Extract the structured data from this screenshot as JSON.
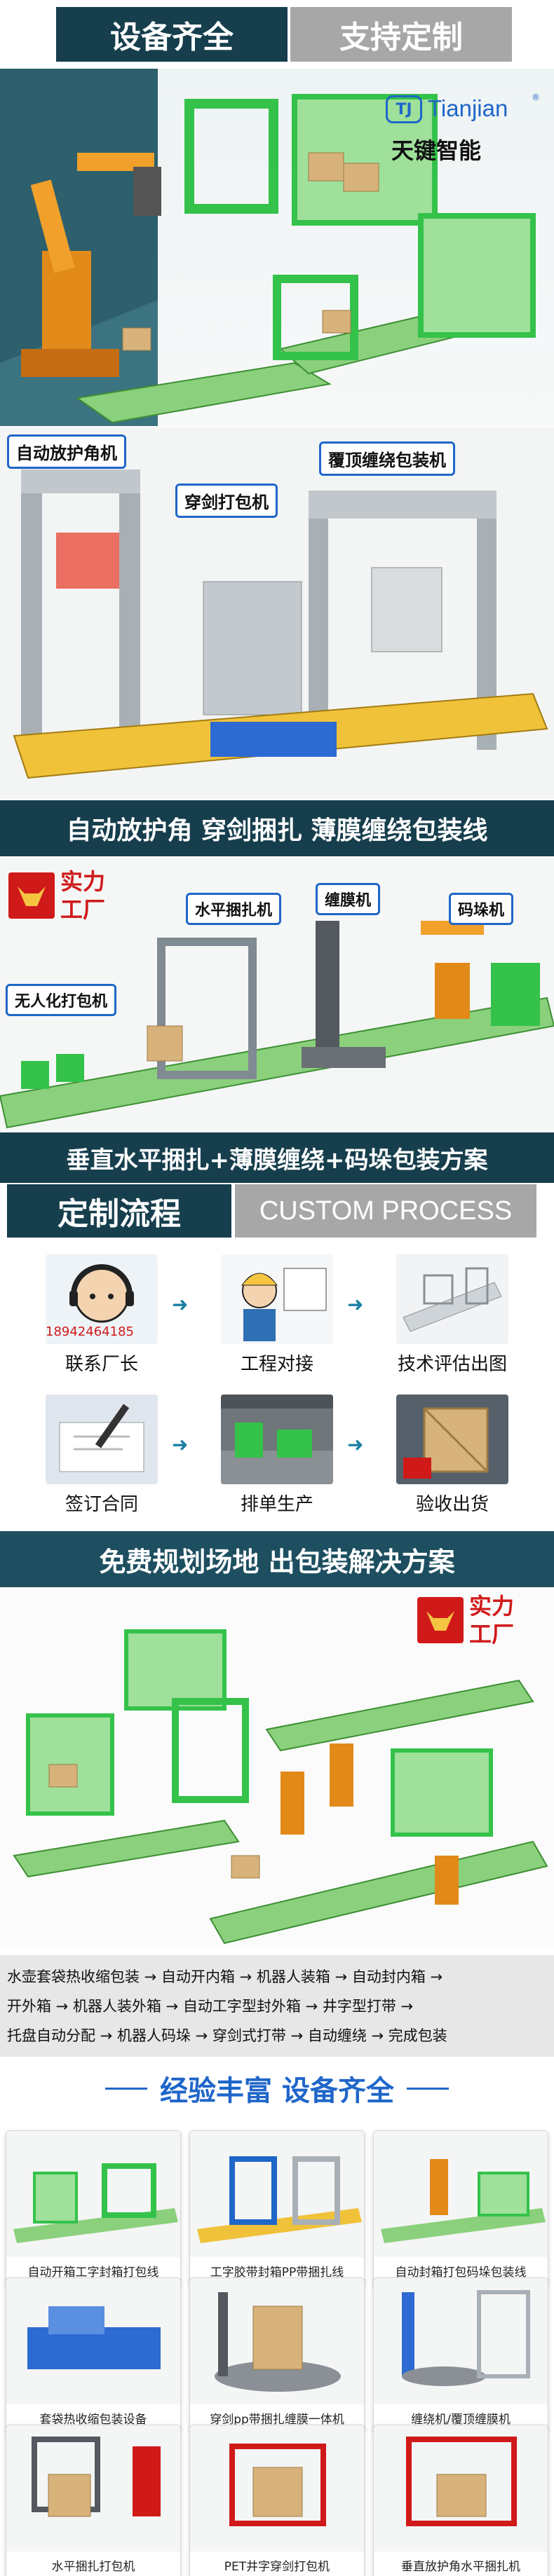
{
  "header": {
    "tab_left": "设备齐全",
    "tab_right": "支持定制",
    "brand_mark": "TJ",
    "brand_en": "Tianjian",
    "brand_reg": "®",
    "brand_cn": "天键智能"
  },
  "section2": {
    "labels": [
      "自动放护角机",
      "穿剑打包机",
      "覆顶缠绕包装机"
    ],
    "banner": "自动放护角 穿剑捆扎 薄膜缠绕包装线"
  },
  "section3": {
    "badge": [
      "实力",
      "工厂"
    ],
    "labels": [
      "水平捆扎机",
      "缠膜机",
      "码垛机",
      "无人化打包机"
    ],
    "banner": "垂直水平捆扎+薄膜缠绕+码垛包装方案"
  },
  "process": {
    "title_cn": "定制流程",
    "title_en": "CUSTOM PROCESS",
    "phone": "18942464185",
    "steps": [
      "联系厂长",
      "工程对接",
      "技术评估出图",
      "签订合同",
      "排单生产",
      "验收出货"
    ]
  },
  "plan": {
    "banner": "免费规划场地 出包装解决方案",
    "badge": [
      "实力",
      "工厂"
    ]
  },
  "flow": {
    "lines": [
      "水壶套袋热收缩包装 → 自动开内箱 → 机器人装箱 → 自动封内箱 →",
      "开外箱 → 机器人装外箱 → 自动工字型封外箱 → 井字型打带 →",
      "托盘自动分配 → 机器人码垛 → 穿剑式打带 → 自动缠绕 → 完成包装"
    ]
  },
  "experience": {
    "title": "经验丰富  设备齐全",
    "cards": [
      "自动开箱工字封箱打包线",
      "工字胶带封箱PP带捆扎线",
      "自动封箱打包码垛包装线",
      "套袋热收缩包装设备",
      "穿剑pp带捆扎缠膜一体机",
      "缠绕机/覆顶缠膜机",
      "水平捆扎打包机",
      "PET井字穿剑打包机",
      "垂直放护角水平捆扎机"
    ]
  },
  "colors": {
    "teal_dark": "#163e4d",
    "teal_banner": "#1d4f60",
    "gray_tab": "#a7a7a7",
    "machine_green": "#34c24a",
    "callout_blue": "#1f66c9",
    "badge_red": "#d01a1a"
  }
}
